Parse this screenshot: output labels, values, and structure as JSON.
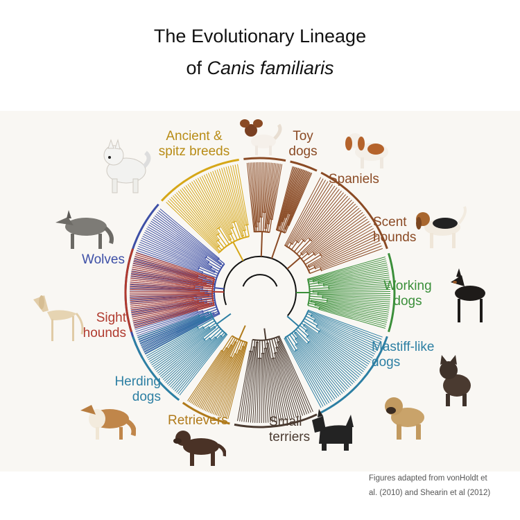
{
  "title": {
    "line1": "The Evolutionary Lineage",
    "line2_prefix": "of ",
    "line2_italic": "Canis familiaris"
  },
  "colors": {
    "wolves": "#3d4fa6",
    "ancient_spitz": "#d6a718",
    "toy": "#8a4a24",
    "spaniels": "#8a4a24",
    "scent": "#8a4a24",
    "working": "#3b8f3a",
    "mastiff": "#2d7fa3",
    "terriers": "#4a3a30",
    "retrievers": "#b07a1a",
    "herding": "#2d7fa3",
    "sight": "#b03a2e",
    "trunk": "#111111"
  },
  "clades": {
    "ancient_spitz": {
      "line1": "Ancient &",
      "line2": "spitz breeds"
    },
    "toy": {
      "line1": "Toy",
      "line2": "dogs"
    },
    "spaniels": {
      "line1": "Spaniels"
    },
    "scent": {
      "line1": "Scent",
      "line2": "hounds"
    },
    "working": {
      "line1": "Working",
      "line2": "dogs"
    },
    "mastiff": {
      "line1": "Mastiff-like",
      "line2": "dogs"
    },
    "terriers": {
      "line1": "Small",
      "line2": "terriers"
    },
    "retrievers": {
      "line1": "Retrievers"
    },
    "herding": {
      "line1": "Herding",
      "line2": "dogs"
    },
    "sight": {
      "line1": "Sight",
      "line2": "hounds"
    },
    "wolves": {
      "line1": "Wolves"
    }
  },
  "dogs": [
    "samoyed",
    "papillon",
    "cavalier-king-charles-spaniel",
    "beagle",
    "gray-wolf",
    "doberman",
    "saluki",
    "french-bulldog",
    "rough-collie",
    "bullmastiff",
    "labrador-retriever",
    "scottish-terrier"
  ],
  "credit": {
    "line1": "Figures adapted from vonHoldt et",
    "line2": "al. (2010) and Shearin et al (2012)"
  }
}
